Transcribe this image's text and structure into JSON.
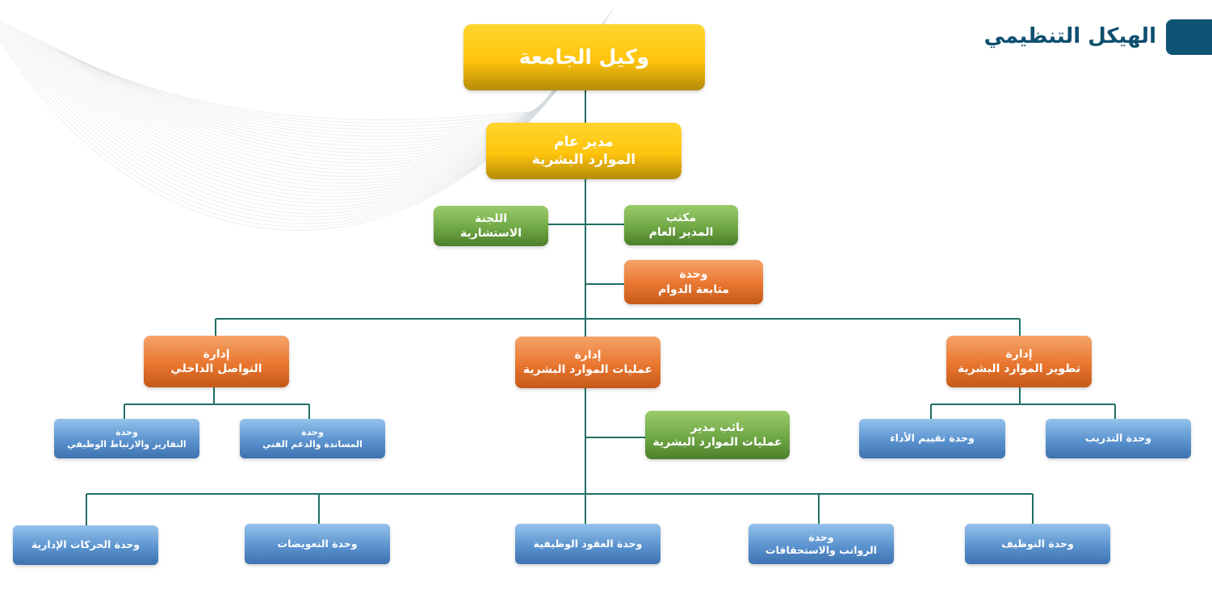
{
  "page": {
    "title": "الهيكل التنظيمي",
    "accent_color": "#0e5474"
  },
  "colors": {
    "connector": "#1f6f63",
    "gold": "#ffc40d",
    "orange": "#e9762f",
    "green": "#6fa845",
    "blue": "#5b93cf"
  },
  "nodes": {
    "vice_rector": {
      "line1": "وكيل الجامعة"
    },
    "gm_hr": {
      "line1": "مدير عام",
      "line2": "الموارد البشرية"
    },
    "advisory_committee": {
      "line1": "اللجنة",
      "line2": "الاستشارية"
    },
    "gm_office": {
      "line1": "مكتب",
      "line2": "المدير العام"
    },
    "attendance_unit": {
      "line1": "وحدة",
      "line2": "متابعة الدوام"
    },
    "internal_comm_dept": {
      "line1": "إدارة",
      "line2": "التواصل الداخلي"
    },
    "hr_ops_dept": {
      "line1": "إدارة",
      "line2": "عمليات الموارد البشرية"
    },
    "hr_dev_dept": {
      "line1": "إدارة",
      "line2": "تطوير الموارد البشرية"
    },
    "reports_unit": {
      "line1": "وحدة",
      "line2": "التقارير والارتباط الوظيفي"
    },
    "support_unit": {
      "line1": "وحدة",
      "line2": "المساندة والدعم الفني"
    },
    "deputy_hr_ops": {
      "line1": "نائب مدير",
      "line2": "عمليات الموارد البشرية"
    },
    "performance_unit": {
      "line1": "وحدة تقييم الأداء"
    },
    "training_unit": {
      "line1": "وحدة التدريب"
    },
    "admin_moves_unit": {
      "line1": "وحدة الحركات الإدارية"
    },
    "compensation_unit": {
      "line1": "وحدة التعويضات"
    },
    "contracts_unit": {
      "line1": "وحدة العقود الوظيفية"
    },
    "payroll_unit": {
      "line1": "وحدة",
      "line2": "الرواتب والاستحقاقات"
    },
    "recruitment_unit": {
      "line1": "وحدة التوظيف"
    }
  }
}
